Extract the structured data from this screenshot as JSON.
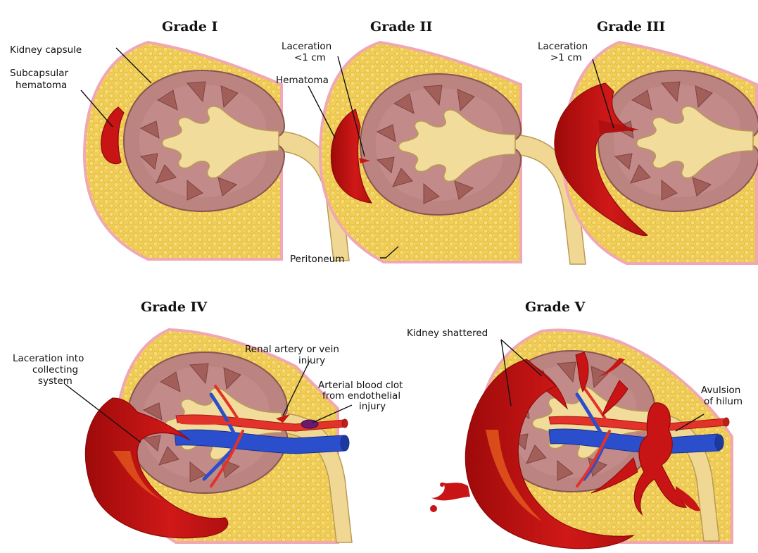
{
  "panels": {
    "grade1": {
      "title": "Grade I",
      "labels": {
        "capsule": "Kidney capsule",
        "subcap_1": "Subcapsular",
        "subcap_2": "hematoma"
      }
    },
    "grade2": {
      "title": "Grade II",
      "labels": {
        "lac_1": "Laceration",
        "lac_2": "<1 cm",
        "hematoma": "Hematoma",
        "peritoneum": "Peritoneum"
      }
    },
    "grade3": {
      "title": "Grade III",
      "labels": {
        "lac_1": "Laceration",
        "lac_2": ">1 cm"
      }
    },
    "grade4": {
      "title": "Grade IV",
      "labels": {
        "coll_1": "Laceration into",
        "coll_2": "collecting",
        "coll_3": "system",
        "renal_1": "Renal artery or vein",
        "renal_2": "injury",
        "clot_1": "Arterial blood clot",
        "clot_2": "from endothelial",
        "clot_3": "injury"
      }
    },
    "grade5": {
      "title": "Grade V",
      "labels": {
        "shattered": "Kidney shattered",
        "avulsion_1": "Avulsion",
        "avulsion_2": "of hilum"
      }
    }
  },
  "colors": {
    "fat": "#f1cf56",
    "fat_dot": "#e0b23c",
    "peritoneum": "#f0a8b4",
    "kidney": "#bc8480",
    "kidney_edge": "#8a5450",
    "pyramid": "#a25e58",
    "pelvis": "#f2dc9c",
    "pelvis_edge": "#b99a55",
    "blood": "#c81414",
    "blood_dark": "#8e0808",
    "blood_light": "#e8621e",
    "artery": "#e3322a",
    "vein": "#2b4fcc"
  }
}
